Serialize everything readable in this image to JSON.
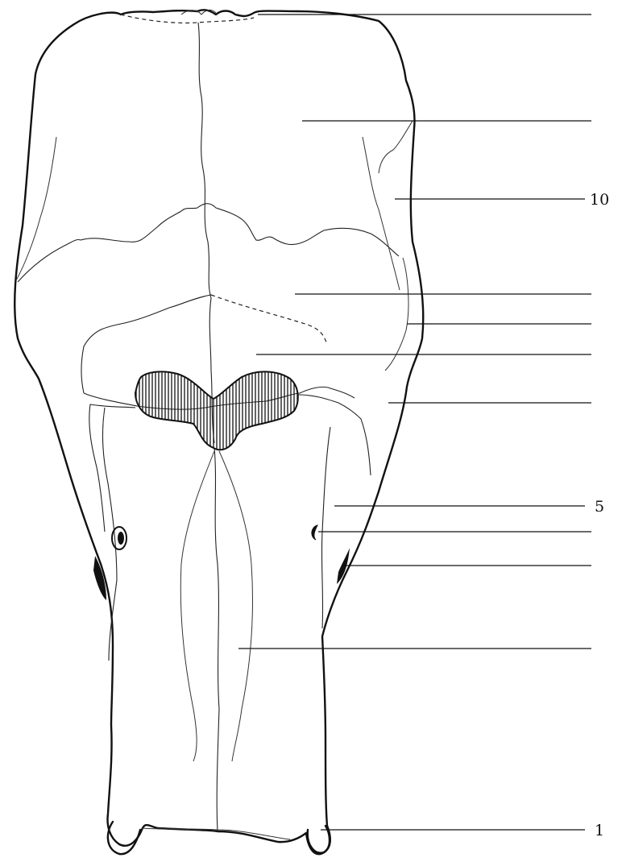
{
  "figure": {
    "labels": [
      {
        "id": "label-1",
        "text": "1"
      },
      {
        "id": "label-5",
        "text": "5"
      },
      {
        "id": "label-10",
        "text": "10"
      }
    ]
  }
}
